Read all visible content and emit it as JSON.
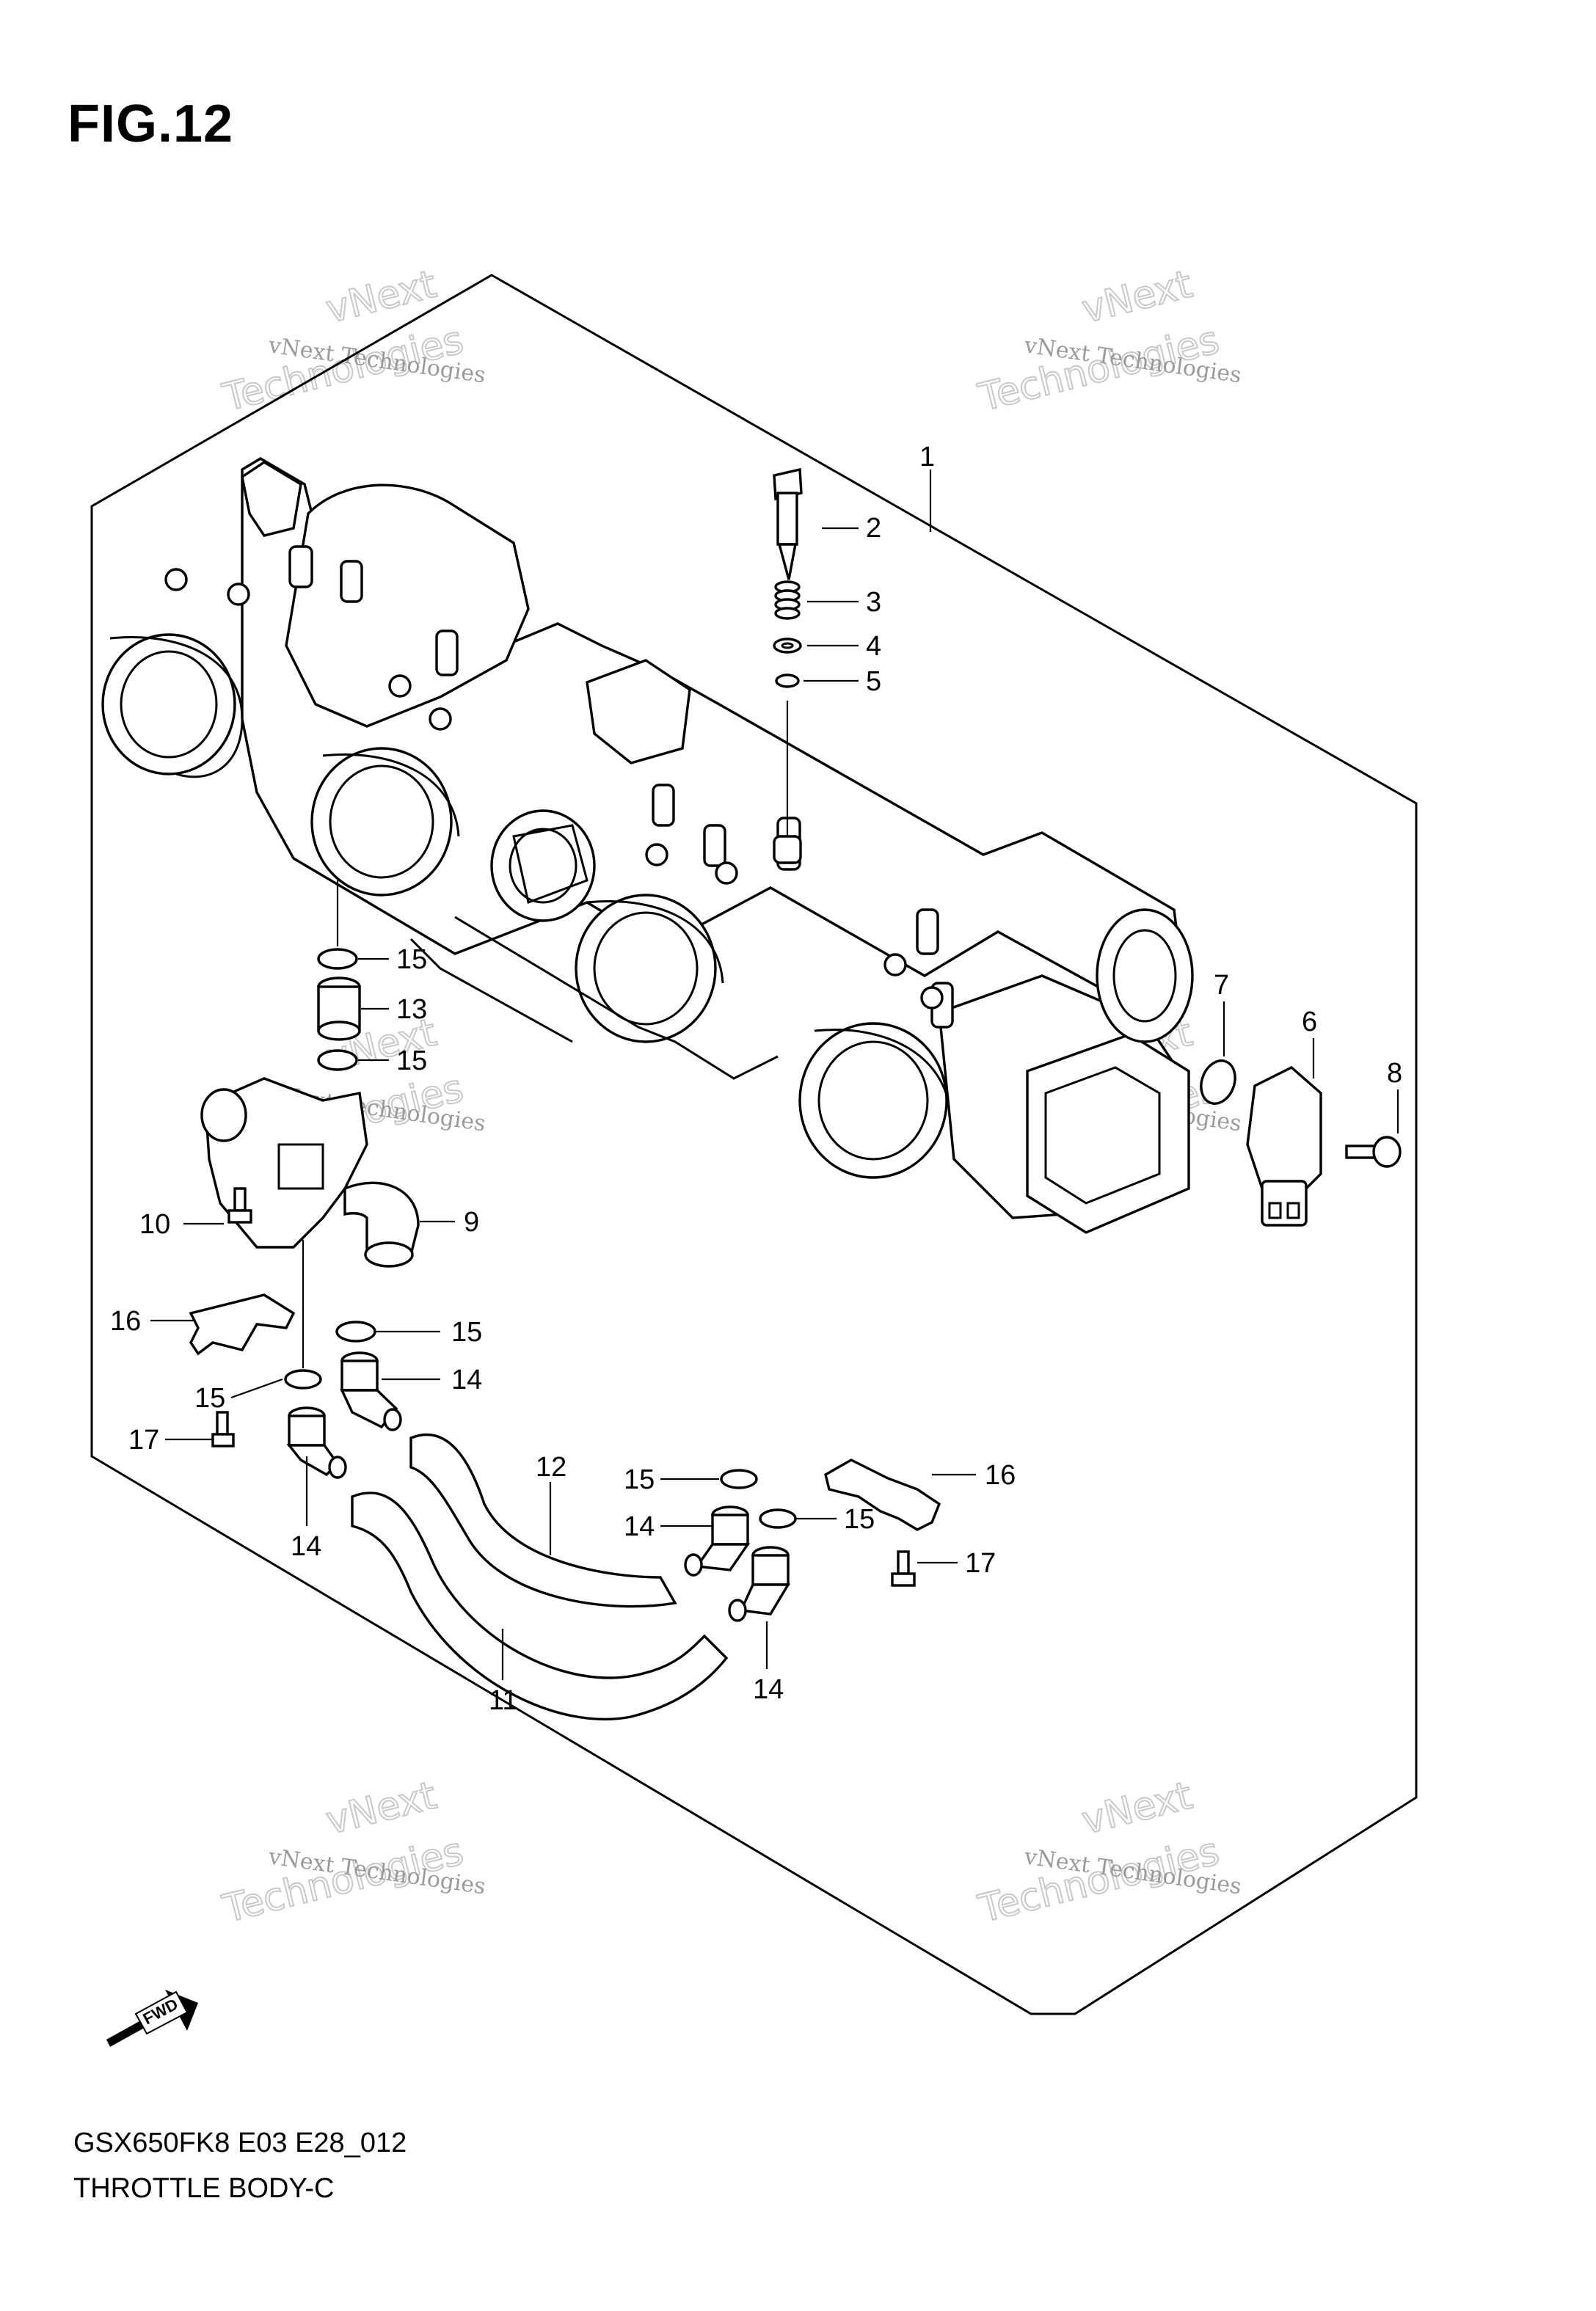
{
  "figure": {
    "title": "FIG.12",
    "model_code": "GSX650FK8 E03 E28_012",
    "part_name": "THROTTLE BODY-C",
    "fwd_label": "FWD"
  },
  "watermark": {
    "line1": "vNext Technologies",
    "line2": "Technologies",
    "line3": "vNext"
  },
  "callouts": {
    "c1": "1",
    "c2": "2",
    "c3": "3",
    "c4": "4",
    "c5": "5",
    "c6": "6",
    "c7": "7",
    "c8": "8",
    "c9": "9",
    "c10": "10",
    "c11": "11",
    "c12": "12",
    "c13": "13",
    "c14a": "14",
    "c14b": "14",
    "c14c": "14",
    "c14d": "14",
    "c15a": "15",
    "c15b": "15",
    "c15c": "15",
    "c15d": "15",
    "c15e": "15",
    "c15f": "15",
    "c16a": "16",
    "c16b": "16",
    "c17a": "17",
    "c17b": "17"
  }
}
